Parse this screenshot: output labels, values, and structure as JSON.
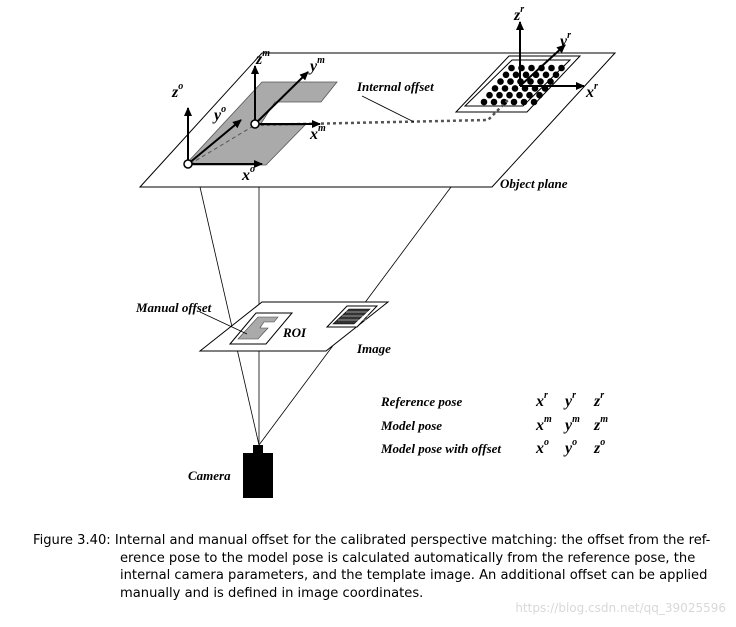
{
  "diagram": {
    "labels": {
      "internal_offset": "Internal offset",
      "object_plane": "Object plane",
      "manual_offset": "Manual offset",
      "roi": "ROI",
      "image": "Image",
      "camera": "Camera"
    },
    "axes": {
      "ref": {
        "x": "x",
        "y": "y",
        "z": "z",
        "sup": "r"
      },
      "model": {
        "x": "x",
        "y": "y",
        "z": "z",
        "sup": "m"
      },
      "offset": {
        "x": "x",
        "y": "y",
        "z": "z",
        "sup": "o"
      }
    },
    "legend": [
      {
        "label": "Reference pose",
        "sup": "r"
      },
      {
        "label": "Model pose",
        "sup": "m"
      },
      {
        "label": "Model pose with offset",
        "sup": "o"
      }
    ],
    "legend_axis_letters": {
      "x": "x",
      "y": "y",
      "z": "z"
    }
  },
  "caption": {
    "line1": "Figure 3.40: Internal and manual offset for the calibrated perspective matching: the offset from the ref-",
    "line2": "erence pose to the model pose is calculated automatically from the reference pose, the",
    "line3": "internal camera parameters, and the template image.  An additional offset can be applied",
    "line4": "manually and is defined in image coordinates."
  },
  "watermark": "https://blog.csdn.net/qq_39025596"
}
